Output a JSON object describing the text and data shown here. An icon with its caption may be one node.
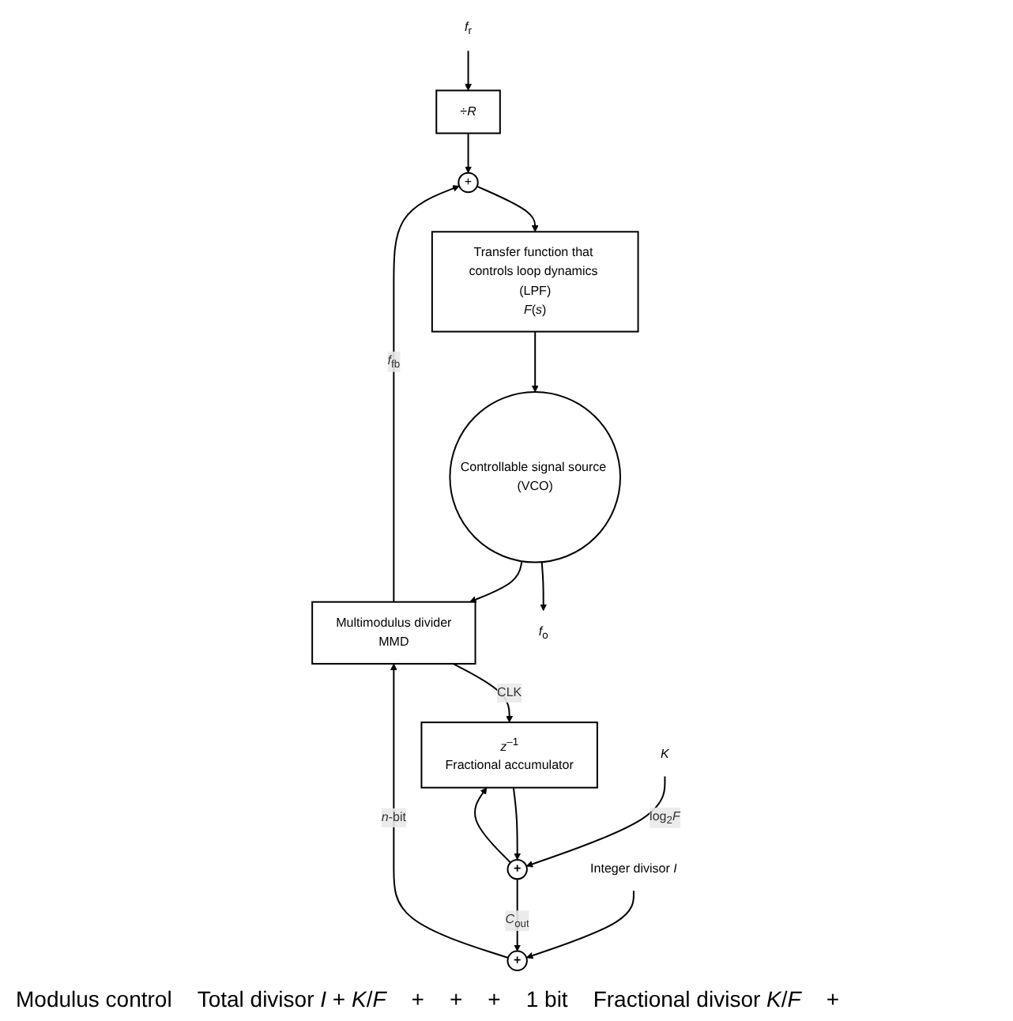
{
  "diagram": {
    "nodes": [
      {
        "text": [
          "*f*$_{r}$"
        ]
      },
      {
        "text": [
          "÷*R*"
        ]
      },
      {
        "text": [
          "+"
        ]
      },
      {
        "text": [
          "Transfer function that controls loop dynamics (LPF)",
          "*F*(*s*)"
        ]
      },
      {
        "text": [
          "Controllable signal source (VCO)"
        ]
      },
      {
        "text": [
          "Multimodulus divider",
          "MMD"
        ]
      },
      {
        "text": [
          "*f*$_{o}$"
        ]
      },
      {
        "text": [
          "**+**"
        ]
      },
      {
        "text": [
          "Integer divisor *I*"
        ]
      },
      {
        "text": [
          "**+**"
        ]
      },
      {
        "text": [
          "*K*"
        ]
      },
      {
        "text": [
          "*z*$^{–1}$",
          "Fractional accumulator"
        ]
      }
    ],
    "edges": [
      {
        "from": 0,
        "to": 1,
        "arrow": "to"
      },
      {
        "from": 1,
        "to": 2,
        "arrow": "to"
      },
      {
        "from": 2,
        "to": 3,
        "arrow": "to"
      },
      {
        "from": 3,
        "to": 4,
        "arrow": "to"
      },
      {
        "from": 4,
        "to": 5,
        "arrow": "to"
      },
      {
        "from": 4,
        "to": 6,
        "arrow": "to"
      },
      {
        "from": 5,
        "to": 2,
        "arrow": "to",
        "label": "*f*$_{fb}$"
      },
      {
        "from": 5,
        "to": 11,
        "arrow": "to",
        "label": "CLK"
      },
      {
        "from": 7,
        "to": 5,
        "arrow": "to",
        "label": "*n*-bit"
      },
      {
        "from": 8,
        "to": 7,
        "arrow": "to"
      },
      {
        "from": 9,
        "to": 7,
        "arrow": "to",
        "label": "*C*$_{out}$"
      },
      {
        "from": 10,
        "to": 9,
        "arrow": "to",
        "label": "log$_{2}$*F*"
      },
      {
        "from": 9,
        "to": 11,
        "arrow": "to"
      },
      {
        "from": 11,
        "to": 9,
        "arrow": "to"
      }
    ],
    "labels": [
      "Modulus control",
      "Total divisor *I* + *K*/*F*",
      "+",
      "+",
      "+",
      "1 bit",
      "Fractional divisor *K*/*F*",
      "+"
    ]
  }
}
